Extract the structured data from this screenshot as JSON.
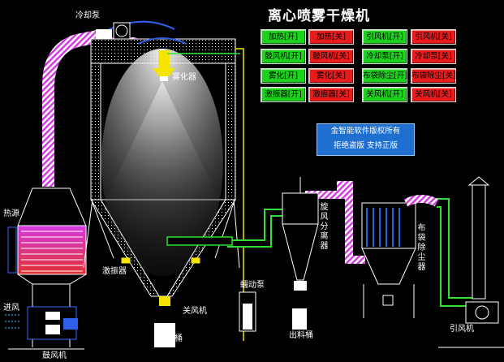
{
  "title": "离心喷雾干燥机",
  "labels": {
    "cooling_pump": "冷却泵",
    "atomizer": "雾化器",
    "heat_source": "热源",
    "intake": "进风",
    "blower": "鼓风机",
    "vibrator": "激振器",
    "discharge_valve": "关风机",
    "discharge_bin_left": "出料桶",
    "peristaltic_pump": "蠕动泵",
    "cyclone": "旋风分离器",
    "discharge_bin_right": "出料桶",
    "bag_filter": "布袋除尘器",
    "induced_fan": "引风机"
  },
  "controls": [
    [
      {
        "label": "加热[开]",
        "state": "on"
      },
      {
        "label": "加热[关]",
        "state": "off"
      },
      {
        "label": "引风机[开]",
        "state": "on"
      },
      {
        "label": "引风机[关]",
        "state": "off"
      }
    ],
    [
      {
        "label": "鼓风机[开]",
        "state": "on"
      },
      {
        "label": "鼓风机[关]",
        "state": "off"
      },
      {
        "label": "冷却泵[开]",
        "state": "on"
      },
      {
        "label": "冷却泵[关]",
        "state": "off"
      }
    ],
    [
      {
        "label": "雾化[开]",
        "state": "on"
      },
      {
        "label": "雾化[关]",
        "state": "off"
      },
      {
        "label": "布袋除尘[开]",
        "state": "on"
      },
      {
        "label": "布袋除尘[关]",
        "state": "off"
      }
    ],
    [
      {
        "label": "激振器[开]",
        "state": "on"
      },
      {
        "label": "激振器[关]",
        "state": "off"
      },
      {
        "label": "关风机[开]",
        "state": "on"
      },
      {
        "label": "关风机[关]",
        "state": "off"
      }
    ]
  ],
  "notice": {
    "line1": "金智能软件版权所有",
    "line2": "拒绝盗版   支持正版"
  },
  "colors": {
    "on": "#1ed11e",
    "off": "#e81c1c",
    "notice_bg": "#1f6fd0",
    "duct_stripe": "#e23de6",
    "pipe_yellow": "#f5e400",
    "pipe_green": "#30e030"
  }
}
